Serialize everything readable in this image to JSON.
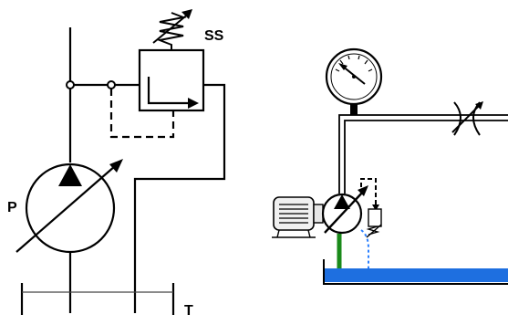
{
  "labels": {
    "pump": "P",
    "relief_valve": "SS",
    "tank": "T"
  },
  "colors": {
    "line": "#000000",
    "suction_pipe": "#1a8a1a",
    "drain_line": "#2a7fff",
    "reservoir_fluid": "#1e6fe0",
    "motor_fill": "#f0f0f0",
    "gauge_fill": "#ffffff"
  },
  "icons": {
    "pump": "variable-displacement-pump-icon",
    "relief_valve": "pressure-relief-valve-icon",
    "spring": "adjustable-spring-icon",
    "tank": "tank-icon",
    "motor": "electric-motor-icon",
    "gauge": "pressure-gauge-icon",
    "throttle": "adjustable-throttle-valve-icon",
    "reservoir": "oil-reservoir-icon"
  }
}
